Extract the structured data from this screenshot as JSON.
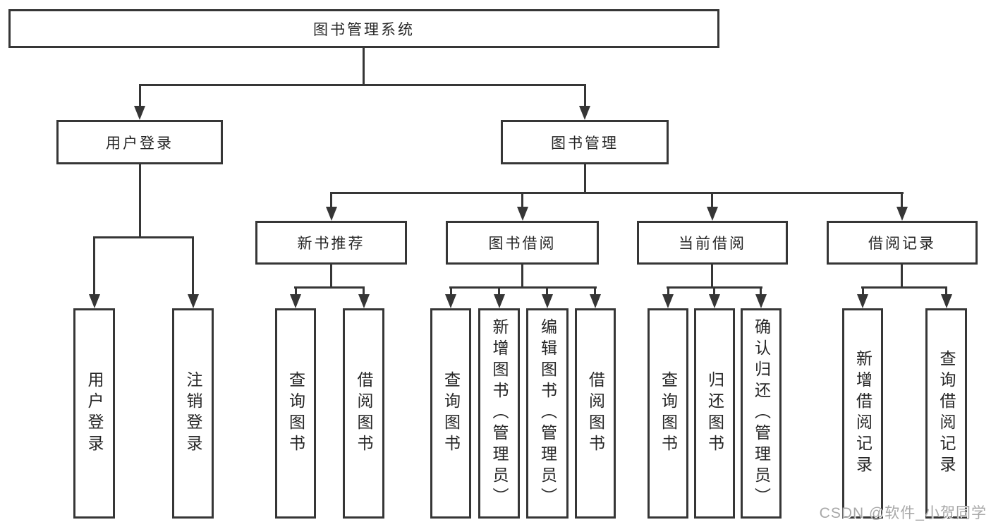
{
  "diagram": {
    "title": "图书管理系统",
    "level2": [
      {
        "label": "用户登录"
      },
      {
        "label": "图书管理"
      }
    ],
    "level3": [
      {
        "label": "新书推荐",
        "parent": "图书管理"
      },
      {
        "label": "图书借阅",
        "parent": "图书管理"
      },
      {
        "label": "当前借阅",
        "parent": "图书管理"
      },
      {
        "label": "借阅记录",
        "parent": "图书管理"
      }
    ],
    "leaves": [
      {
        "label": "用户登录",
        "parent": "用户登录"
      },
      {
        "label": "注销登录",
        "parent": "用户登录"
      },
      {
        "label": "查询图书",
        "parent": "新书推荐"
      },
      {
        "label": "借阅图书",
        "parent": "新书推荐"
      },
      {
        "label": "查询图书",
        "parent": "图书借阅"
      },
      {
        "label": "新增图书（管理员）",
        "parent": "图书借阅"
      },
      {
        "label": "编辑图书（管理员）",
        "parent": "图书借阅"
      },
      {
        "label": "借阅图书",
        "parent": "图书借阅"
      },
      {
        "label": "查询图书",
        "parent": "当前借阅"
      },
      {
        "label": "归还图书",
        "parent": "当前借阅"
      },
      {
        "label": "确认归还（管理员）",
        "parent": "当前借阅"
      },
      {
        "label": "新增借阅记录",
        "parent": "借阅记录"
      },
      {
        "label": "查询借阅记录",
        "parent": "借阅记录"
      }
    ],
    "colors": {
      "line": "#363636",
      "text": "#262626",
      "background": "#ffffff"
    }
  },
  "watermark": {
    "text": "CSDN @软件_小贺同学",
    "color": "#a8a8a8"
  }
}
